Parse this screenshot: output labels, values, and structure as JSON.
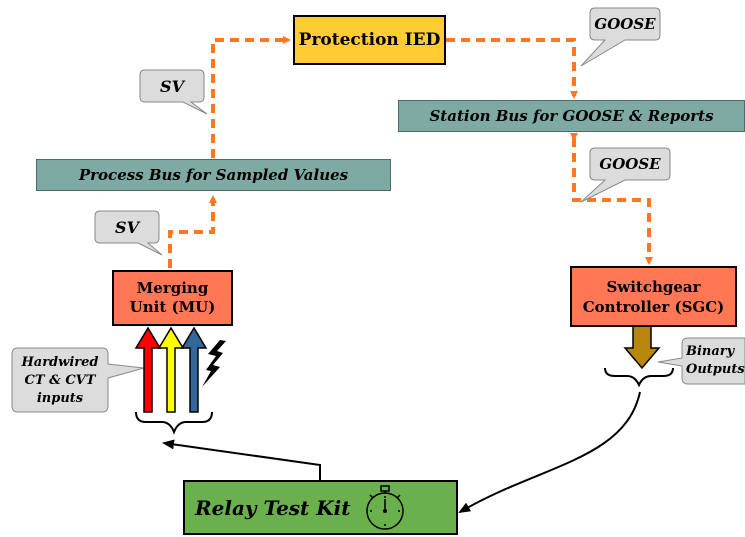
{
  "nodes": {
    "protection_ied": {
      "label": "Protection IED"
    },
    "merging_unit": {
      "label_line1": "Merging",
      "label_line2": "Unit (MU)"
    },
    "switchgear_controller": {
      "label_line1": "Switchgear",
      "label_line2": "Controller (SGC)"
    },
    "relay_test_kit": {
      "label": "Relay Test Kit"
    }
  },
  "buses": {
    "process_bus": {
      "label": "Process Bus for Sampled Values"
    },
    "station_bus": {
      "label": "Station Bus for GOOSE & Reports"
    }
  },
  "callouts": {
    "sv_upper": "SV",
    "sv_lower": "SV",
    "goose_upper": "GOOSE",
    "goose_lower": "GOOSE",
    "hardwired_line1": "Hardwired",
    "hardwired_line2": "CT & CVT",
    "hardwired_line3": "inputs",
    "binary_line1": "Binary",
    "binary_line2": "Outputs"
  },
  "colors": {
    "ied_fill": "#ffcc33",
    "unit_fill": "#ff7755",
    "bus_fill": "#7fa9a3",
    "test_kit_fill": "#6ab04c",
    "dashed_arrow": "#ff7722",
    "phase_red": "#ff0000",
    "phase_yellow": "#ffff00",
    "phase_blue": "#336699",
    "binary_arrow": "#b8860b",
    "callout_fill": "#dcdcdc"
  },
  "icons": [
    "stopwatch-icon",
    "lightning-icon"
  ]
}
